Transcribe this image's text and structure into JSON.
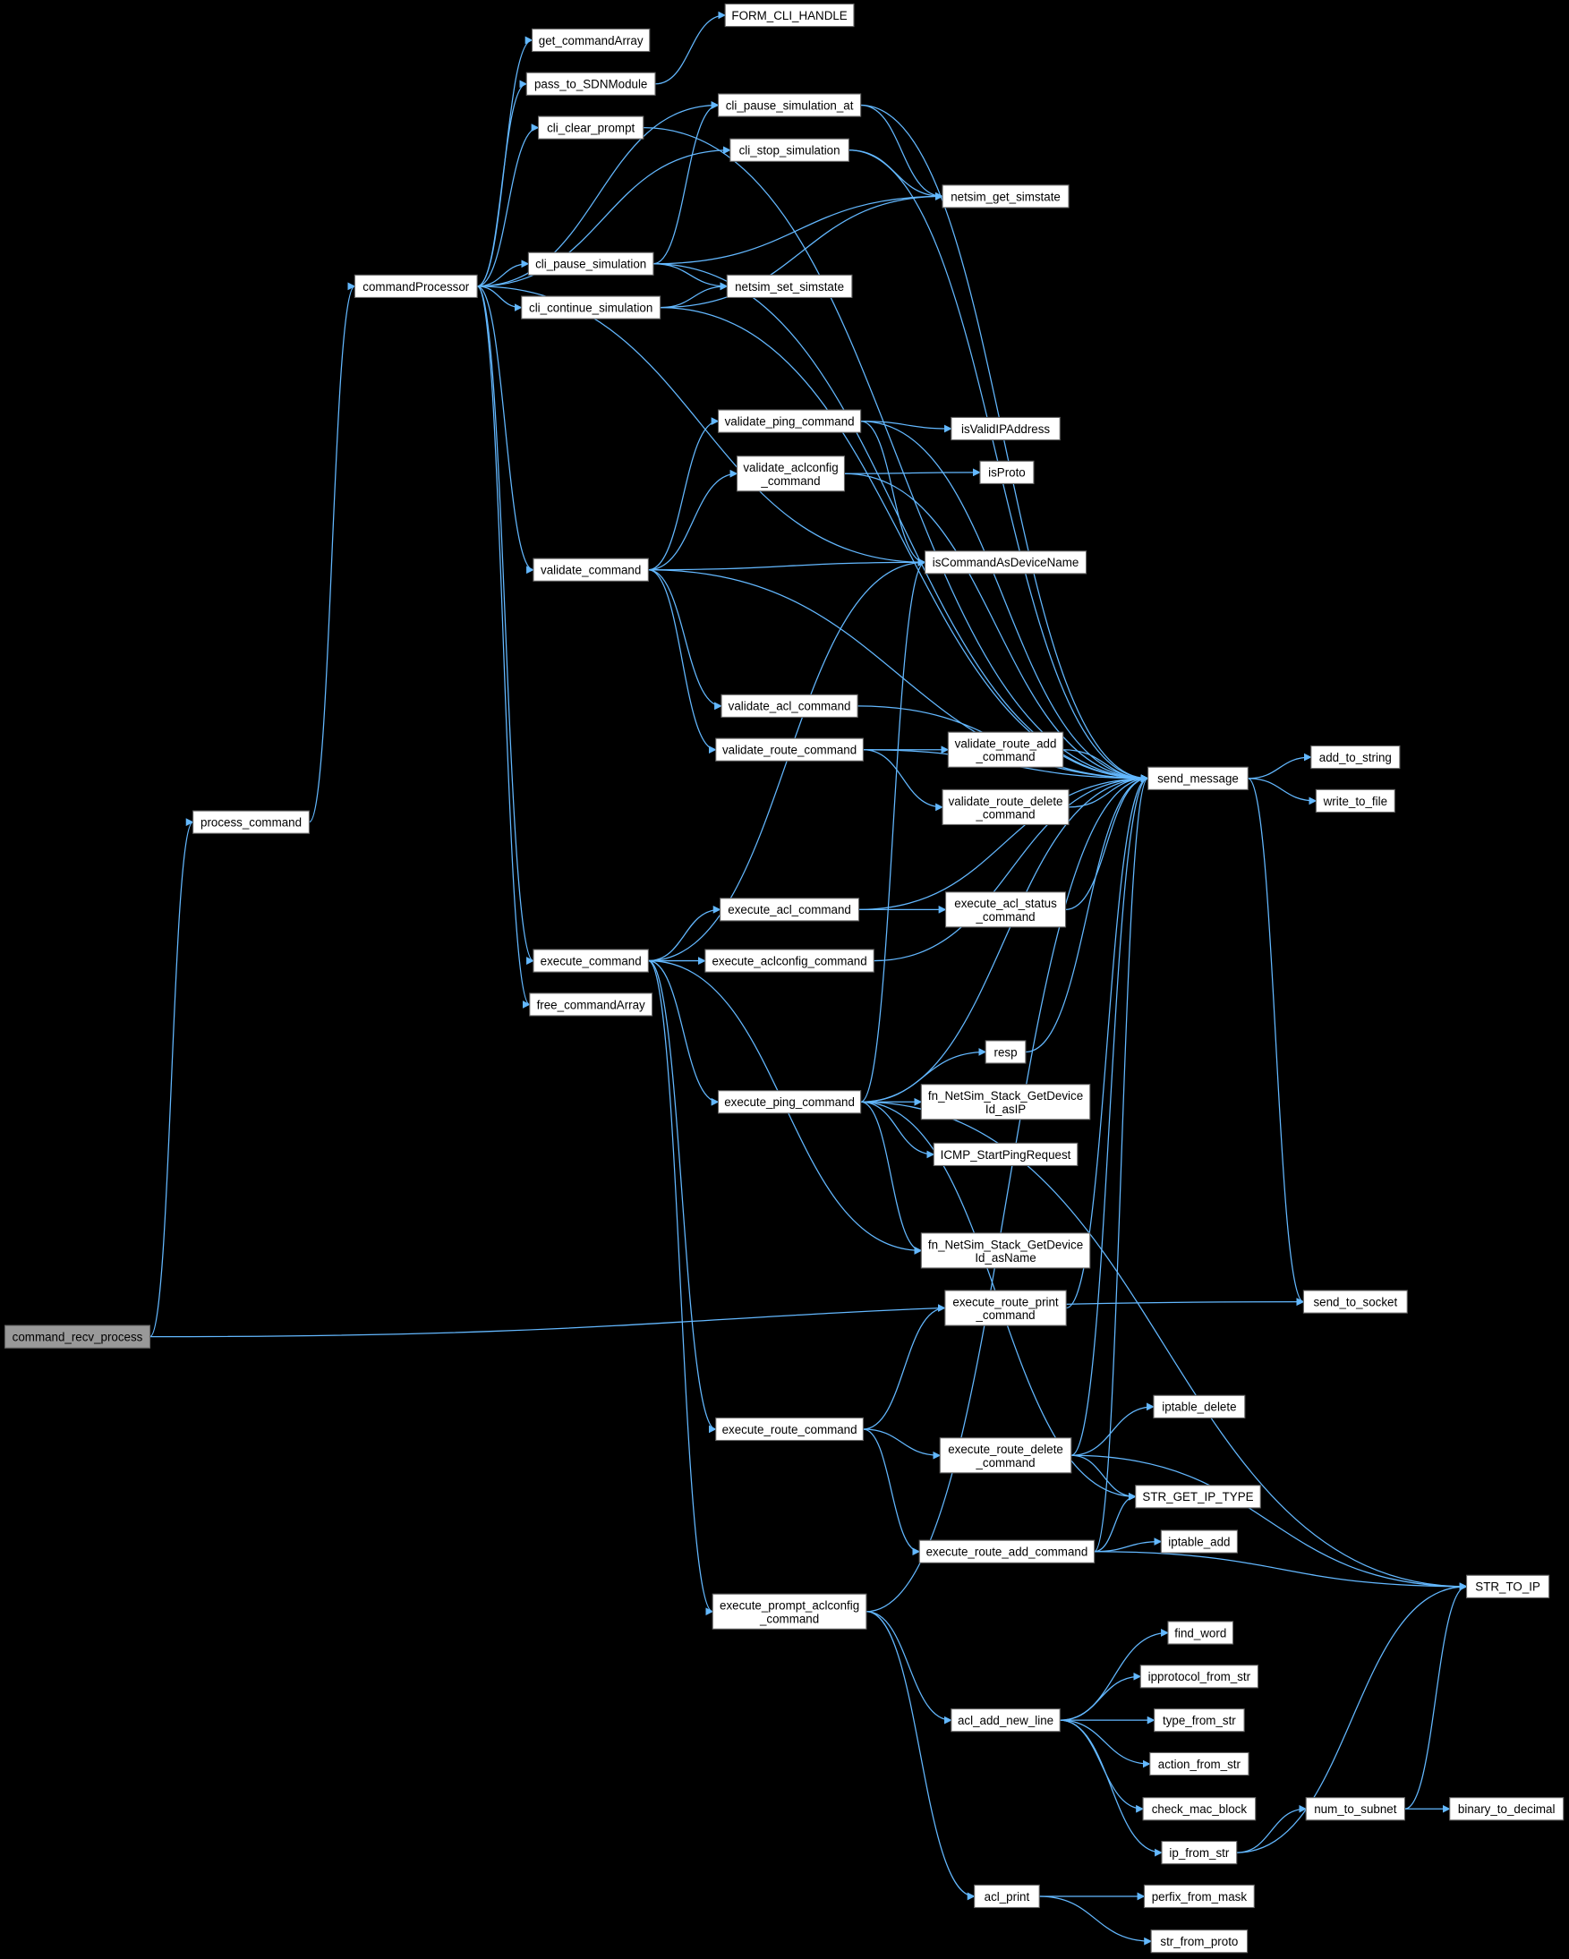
{
  "title": "command_recv_process call graph",
  "colors": {
    "edge": "#63b8ff",
    "node_fill": "#ffffff",
    "root_fill": "#999999",
    "background": "#000000"
  },
  "nodes": [
    {
      "id": "FORM_CLI_HANDLE",
      "lines": [
        "FORM_CLI_HANDLE"
      ]
    },
    {
      "id": "get_commandArray",
      "lines": [
        "get_commandArray"
      ]
    },
    {
      "id": "pass_to_SDNModule",
      "lines": [
        "pass_to_SDNModule"
      ]
    },
    {
      "id": "cli_clear_prompt",
      "lines": [
        "cli_clear_prompt"
      ]
    },
    {
      "id": "cli_pause_simulation_at",
      "lines": [
        "cli_pause_simulation_at"
      ]
    },
    {
      "id": "cli_stop_simulation",
      "lines": [
        "cli_stop_simulation"
      ]
    },
    {
      "id": "netsim_get_simstate",
      "lines": [
        "netsim_get_simstate"
      ]
    },
    {
      "id": "commandProcessor",
      "lines": [
        "commandProcessor"
      ]
    },
    {
      "id": "cli_pause_simulation",
      "lines": [
        "cli_pause_simulation"
      ]
    },
    {
      "id": "cli_continue_simulation",
      "lines": [
        "cli_continue_simulation"
      ]
    },
    {
      "id": "netsim_set_simstate",
      "lines": [
        "netsim_set_simstate"
      ]
    },
    {
      "id": "validate_ping_command",
      "lines": [
        "validate_ping_command"
      ]
    },
    {
      "id": "isValidIPAddress",
      "lines": [
        "isValidIPAddress"
      ]
    },
    {
      "id": "validate_aclconfig_command",
      "lines": [
        "validate_aclconfig",
        "_command"
      ]
    },
    {
      "id": "isProto",
      "lines": [
        "isProto"
      ]
    },
    {
      "id": "isCommandAsDeviceName",
      "lines": [
        "isCommandAsDeviceName"
      ]
    },
    {
      "id": "validate_command",
      "lines": [
        "validate_command"
      ]
    },
    {
      "id": "validate_acl_command",
      "lines": [
        "validate_acl_command"
      ]
    },
    {
      "id": "validate_route_command",
      "lines": [
        "validate_route_command"
      ]
    },
    {
      "id": "validate_route_add_command",
      "lines": [
        "validate_route_add",
        "_command"
      ]
    },
    {
      "id": "validate_route_delete_command",
      "lines": [
        "validate_route_delete",
        "_command"
      ]
    },
    {
      "id": "send_message",
      "lines": [
        "send_message"
      ]
    },
    {
      "id": "add_to_string",
      "lines": [
        "add_to_string"
      ]
    },
    {
      "id": "write_to_file",
      "lines": [
        "write_to_file"
      ]
    },
    {
      "id": "process_command",
      "lines": [
        "process_command"
      ]
    },
    {
      "id": "execute_acl_command",
      "lines": [
        "execute_acl_command"
      ]
    },
    {
      "id": "execute_acl_status_command",
      "lines": [
        "execute_acl_status",
        "_command"
      ]
    },
    {
      "id": "execute_command",
      "lines": [
        "execute_command"
      ]
    },
    {
      "id": "execute_aclconfig_command",
      "lines": [
        "execute_aclconfig_command"
      ]
    },
    {
      "id": "free_commandArray",
      "lines": [
        "free_commandArray"
      ]
    },
    {
      "id": "resp",
      "lines": [
        "resp"
      ]
    },
    {
      "id": "execute_ping_command",
      "lines": [
        "execute_ping_command"
      ]
    },
    {
      "id": "fn_NetSim_Stack_GetDeviceId_asIP",
      "lines": [
        "fn_NetSim_Stack_GetDevice",
        "Id_asIP"
      ]
    },
    {
      "id": "ICMP_StartPingRequest",
      "lines": [
        "ICMP_StartPingRequest"
      ]
    },
    {
      "id": "fn_NetSim_Stack_GetDeviceId_asName",
      "lines": [
        "fn_NetSim_Stack_GetDevice",
        "Id_asName"
      ]
    },
    {
      "id": "execute_route_print_command",
      "lines": [
        "execute_route_print",
        "_command"
      ]
    },
    {
      "id": "send_to_socket",
      "lines": [
        "send_to_socket"
      ]
    },
    {
      "id": "command_recv_process",
      "lines": [
        "command_recv_process"
      ],
      "root": true
    },
    {
      "id": "execute_route_command",
      "lines": [
        "execute_route_command"
      ]
    },
    {
      "id": "iptable_delete",
      "lines": [
        "iptable_delete"
      ]
    },
    {
      "id": "execute_route_delete_command",
      "lines": [
        "execute_route_delete",
        "_command"
      ]
    },
    {
      "id": "STR_GET_IP_TYPE",
      "lines": [
        "STR_GET_IP_TYPE"
      ]
    },
    {
      "id": "execute_route_add_command",
      "lines": [
        "execute_route_add_command"
      ]
    },
    {
      "id": "iptable_add",
      "lines": [
        "iptable_add"
      ]
    },
    {
      "id": "STR_TO_IP",
      "lines": [
        "STR_TO_IP"
      ]
    },
    {
      "id": "execute_prompt_aclconfig_command",
      "lines": [
        "execute_prompt_aclconfig",
        "_command"
      ]
    },
    {
      "id": "find_word",
      "lines": [
        "find_word"
      ]
    },
    {
      "id": "ipprotocol_from_str",
      "lines": [
        "ipprotocol_from_str"
      ]
    },
    {
      "id": "acl_add_new_line",
      "lines": [
        "acl_add_new_line"
      ]
    },
    {
      "id": "type_from_str",
      "lines": [
        "type_from_str"
      ]
    },
    {
      "id": "action_from_str",
      "lines": [
        "action_from_str"
      ]
    },
    {
      "id": "check_mac_block",
      "lines": [
        "check_mac_block"
      ]
    },
    {
      "id": "num_to_subnet",
      "lines": [
        "num_to_subnet"
      ]
    },
    {
      "id": "binary_to_decimal",
      "lines": [
        "binary_to_decimal"
      ]
    },
    {
      "id": "ip_from_str",
      "lines": [
        "ip_from_str"
      ]
    },
    {
      "id": "acl_print",
      "lines": [
        "acl_print"
      ]
    },
    {
      "id": "perfix_from_mask",
      "lines": [
        "perfix_from_mask"
      ]
    },
    {
      "id": "str_from_proto",
      "lines": [
        "str_from_proto"
      ]
    }
  ],
  "edges": [
    [
      "command_recv_process",
      "process_command"
    ],
    [
      "command_recv_process",
      "send_to_socket"
    ],
    [
      "process_command",
      "commandProcessor"
    ],
    [
      "commandProcessor",
      "get_commandArray"
    ],
    [
      "commandProcessor",
      "pass_to_SDNModule"
    ],
    [
      "commandProcessor",
      "cli_clear_prompt"
    ],
    [
      "commandProcessor",
      "cli_pause_simulation_at"
    ],
    [
      "commandProcessor",
      "cli_stop_simulation"
    ],
    [
      "commandProcessor",
      "cli_pause_simulation"
    ],
    [
      "commandProcessor",
      "cli_continue_simulation"
    ],
    [
      "commandProcessor",
      "isCommandAsDeviceName"
    ],
    [
      "commandProcessor",
      "validate_command"
    ],
    [
      "commandProcessor",
      "execute_command"
    ],
    [
      "commandProcessor",
      "free_commandArray"
    ],
    [
      "pass_to_SDNModule",
      "FORM_CLI_HANDLE"
    ],
    [
      "cli_clear_prompt",
      "send_message"
    ],
    [
      "cli_pause_simulation_at",
      "netsim_get_simstate"
    ],
    [
      "cli_pause_simulation_at",
      "send_message"
    ],
    [
      "cli_stop_simulation",
      "netsim_get_simstate"
    ],
    [
      "cli_stop_simulation",
      "send_message"
    ],
    [
      "cli_pause_simulation",
      "cli_pause_simulation_at"
    ],
    [
      "cli_pause_simulation",
      "netsim_get_simstate"
    ],
    [
      "cli_pause_simulation",
      "netsim_set_simstate"
    ],
    [
      "cli_pause_simulation",
      "send_message"
    ],
    [
      "cli_continue_simulation",
      "netsim_set_simstate"
    ],
    [
      "cli_continue_simulation",
      "netsim_get_simstate"
    ],
    [
      "cli_continue_simulation",
      "send_message"
    ],
    [
      "validate_command",
      "validate_ping_command"
    ],
    [
      "validate_command",
      "validate_aclconfig_command"
    ],
    [
      "validate_command",
      "isCommandAsDeviceName"
    ],
    [
      "validate_command",
      "send_message"
    ],
    [
      "validate_command",
      "validate_acl_command"
    ],
    [
      "validate_command",
      "validate_route_command"
    ],
    [
      "validate_ping_command",
      "isValidIPAddress"
    ],
    [
      "validate_ping_command",
      "isCommandAsDeviceName"
    ],
    [
      "validate_ping_command",
      "send_message"
    ],
    [
      "validate_aclconfig_command",
      "isProto"
    ],
    [
      "validate_aclconfig_command",
      "send_message"
    ],
    [
      "validate_acl_command",
      "send_message"
    ],
    [
      "validate_route_command",
      "validate_route_add_command"
    ],
    [
      "validate_route_command",
      "validate_route_delete_command"
    ],
    [
      "validate_route_command",
      "send_message"
    ],
    [
      "validate_route_add_command",
      "send_message"
    ],
    [
      "validate_route_delete_command",
      "send_message"
    ],
    [
      "send_message",
      "add_to_string"
    ],
    [
      "send_message",
      "write_to_file"
    ],
    [
      "send_message",
      "send_to_socket"
    ],
    [
      "execute_command",
      "isCommandAsDeviceName"
    ],
    [
      "execute_command",
      "execute_acl_command"
    ],
    [
      "execute_command",
      "execute_aclconfig_command"
    ],
    [
      "execute_command",
      "execute_ping_command"
    ],
    [
      "execute_command",
      "fn_NetSim_Stack_GetDeviceId_asName"
    ],
    [
      "execute_command",
      "execute_route_command"
    ],
    [
      "execute_command",
      "execute_prompt_aclconfig_command"
    ],
    [
      "execute_acl_command",
      "execute_acl_status_command"
    ],
    [
      "execute_acl_command",
      "send_message"
    ],
    [
      "execute_acl_status_command",
      "send_message"
    ],
    [
      "execute_aclconfig_command",
      "send_message"
    ],
    [
      "resp",
      "send_message"
    ],
    [
      "execute_ping_command",
      "resp"
    ],
    [
      "execute_ping_command",
      "fn_NetSim_Stack_GetDeviceId_asIP"
    ],
    [
      "execute_ping_command",
      "ICMP_StartPingRequest"
    ],
    [
      "execute_ping_command",
      "fn_NetSim_Stack_GetDeviceId_asName"
    ],
    [
      "execute_ping_command",
      "isCommandAsDeviceName"
    ],
    [
      "execute_ping_command",
      "send_message"
    ],
    [
      "execute_ping_command",
      "STR_TO_IP"
    ],
    [
      "execute_ping_command",
      "STR_GET_IP_TYPE"
    ],
    [
      "execute_route_print_command",
      "send_message"
    ],
    [
      "execute_route_command",
      "execute_route_print_command"
    ],
    [
      "execute_route_command",
      "execute_route_delete_command"
    ],
    [
      "execute_route_command",
      "execute_route_add_command"
    ],
    [
      "execute_route_delete_command",
      "iptable_delete"
    ],
    [
      "execute_route_delete_command",
      "STR_GET_IP_TYPE"
    ],
    [
      "execute_route_delete_command",
      "STR_TO_IP"
    ],
    [
      "execute_route_delete_command",
      "send_message"
    ],
    [
      "execute_route_add_command",
      "iptable_add"
    ],
    [
      "execute_route_add_command",
      "STR_GET_IP_TYPE"
    ],
    [
      "execute_route_add_command",
      "STR_TO_IP"
    ],
    [
      "execute_route_add_command",
      "send_message"
    ],
    [
      "execute_prompt_aclconfig_command",
      "send_message"
    ],
    [
      "execute_prompt_aclconfig_command",
      "acl_add_new_line"
    ],
    [
      "execute_prompt_aclconfig_command",
      "acl_print"
    ],
    [
      "acl_add_new_line",
      "find_word"
    ],
    [
      "acl_add_new_line",
      "ipprotocol_from_str"
    ],
    [
      "acl_add_new_line",
      "type_from_str"
    ],
    [
      "acl_add_new_line",
      "action_from_str"
    ],
    [
      "acl_add_new_line",
      "check_mac_block"
    ],
    [
      "acl_add_new_line",
      "ip_from_str"
    ],
    [
      "ip_from_str",
      "num_to_subnet"
    ],
    [
      "ip_from_str",
      "STR_TO_IP"
    ],
    [
      "num_to_subnet",
      "binary_to_decimal"
    ],
    [
      "num_to_subnet",
      "STR_TO_IP"
    ],
    [
      "acl_print",
      "perfix_from_mask"
    ],
    [
      "acl_print",
      "str_from_proto"
    ]
  ]
}
